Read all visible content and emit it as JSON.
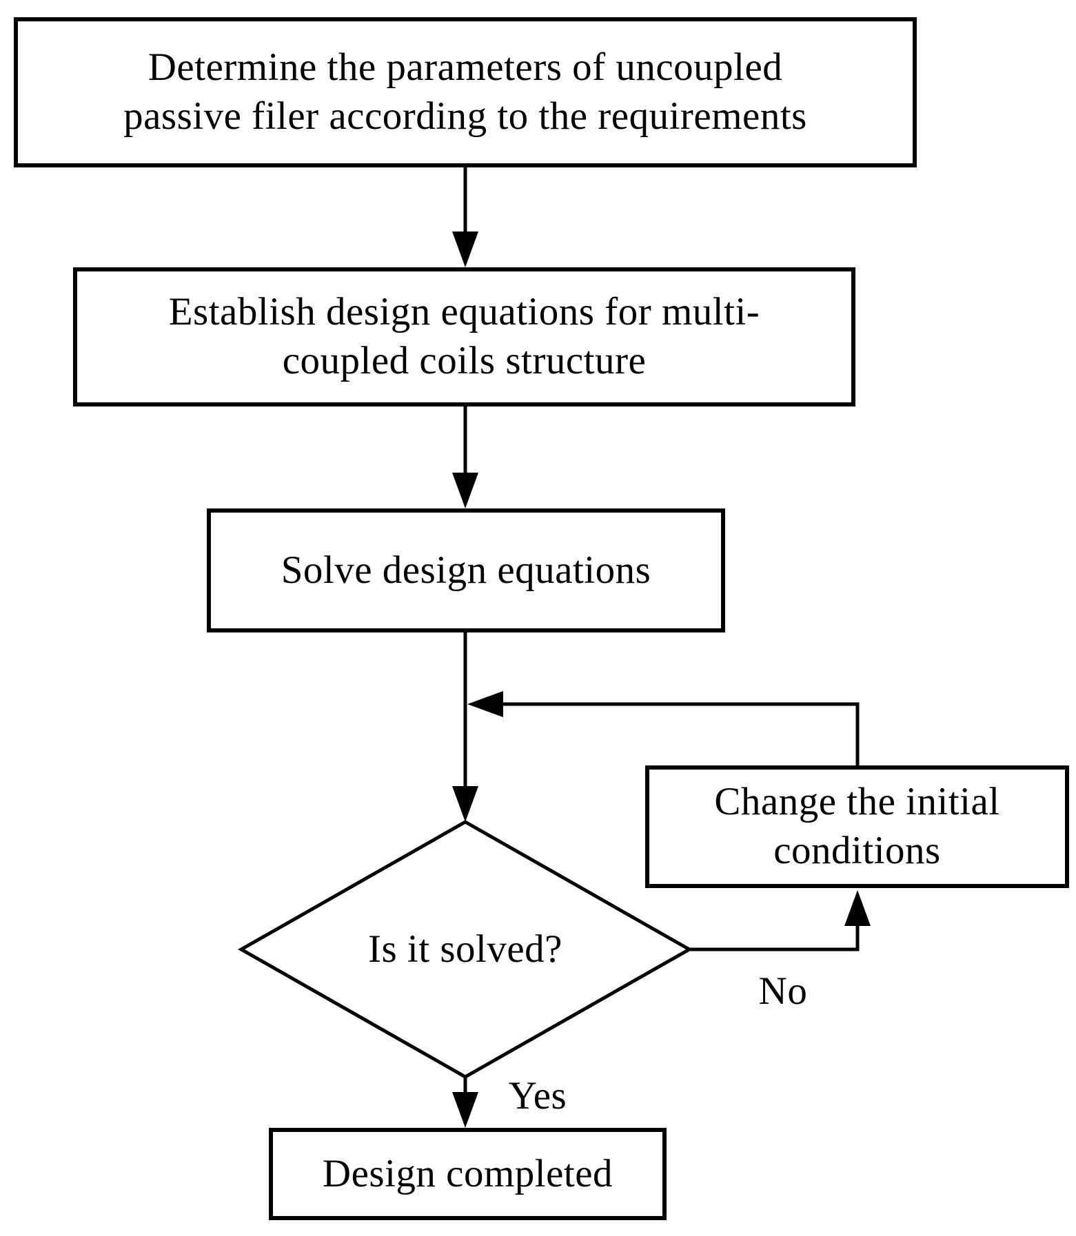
{
  "flowchart": {
    "nodes": {
      "determine": {
        "type": "process",
        "lines": [
          "Determine the parameters of uncoupled",
          "passive filer according to the requirements"
        ]
      },
      "establish": {
        "type": "process",
        "lines": [
          "Establish design equations for multi-",
          "coupled coils structure"
        ]
      },
      "solve": {
        "type": "process",
        "lines": [
          "Solve design equations"
        ]
      },
      "decision": {
        "type": "decision",
        "lines": [
          "Is it solved?"
        ]
      },
      "change": {
        "type": "process",
        "lines": [
          "Change the initial",
          "conditions"
        ]
      },
      "completed": {
        "type": "process",
        "lines": [
          "Design completed"
        ]
      }
    },
    "edge_labels": {
      "yes": "Yes",
      "no": "No"
    },
    "colors": {
      "stroke": "#000000",
      "background": "#ffffff"
    }
  }
}
